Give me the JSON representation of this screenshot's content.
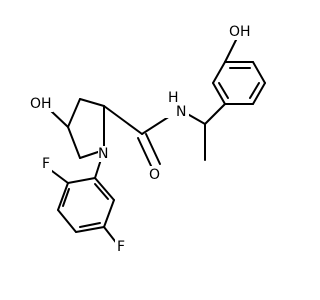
{
  "molecule": {
    "atoms": {
      "hydroxyl_pyrrolidine": "OH",
      "hydroxyl_phenyl": "OH",
      "ring_nitrogen": "N",
      "amide_nh": "N",
      "amide_h": "H",
      "carbonyl_oxygen": "O",
      "fluorine_ortho": "F",
      "fluorine_meta": "F"
    },
    "colors": {
      "bond": "#000000",
      "label": "#000000",
      "background": "#ffffff"
    }
  }
}
